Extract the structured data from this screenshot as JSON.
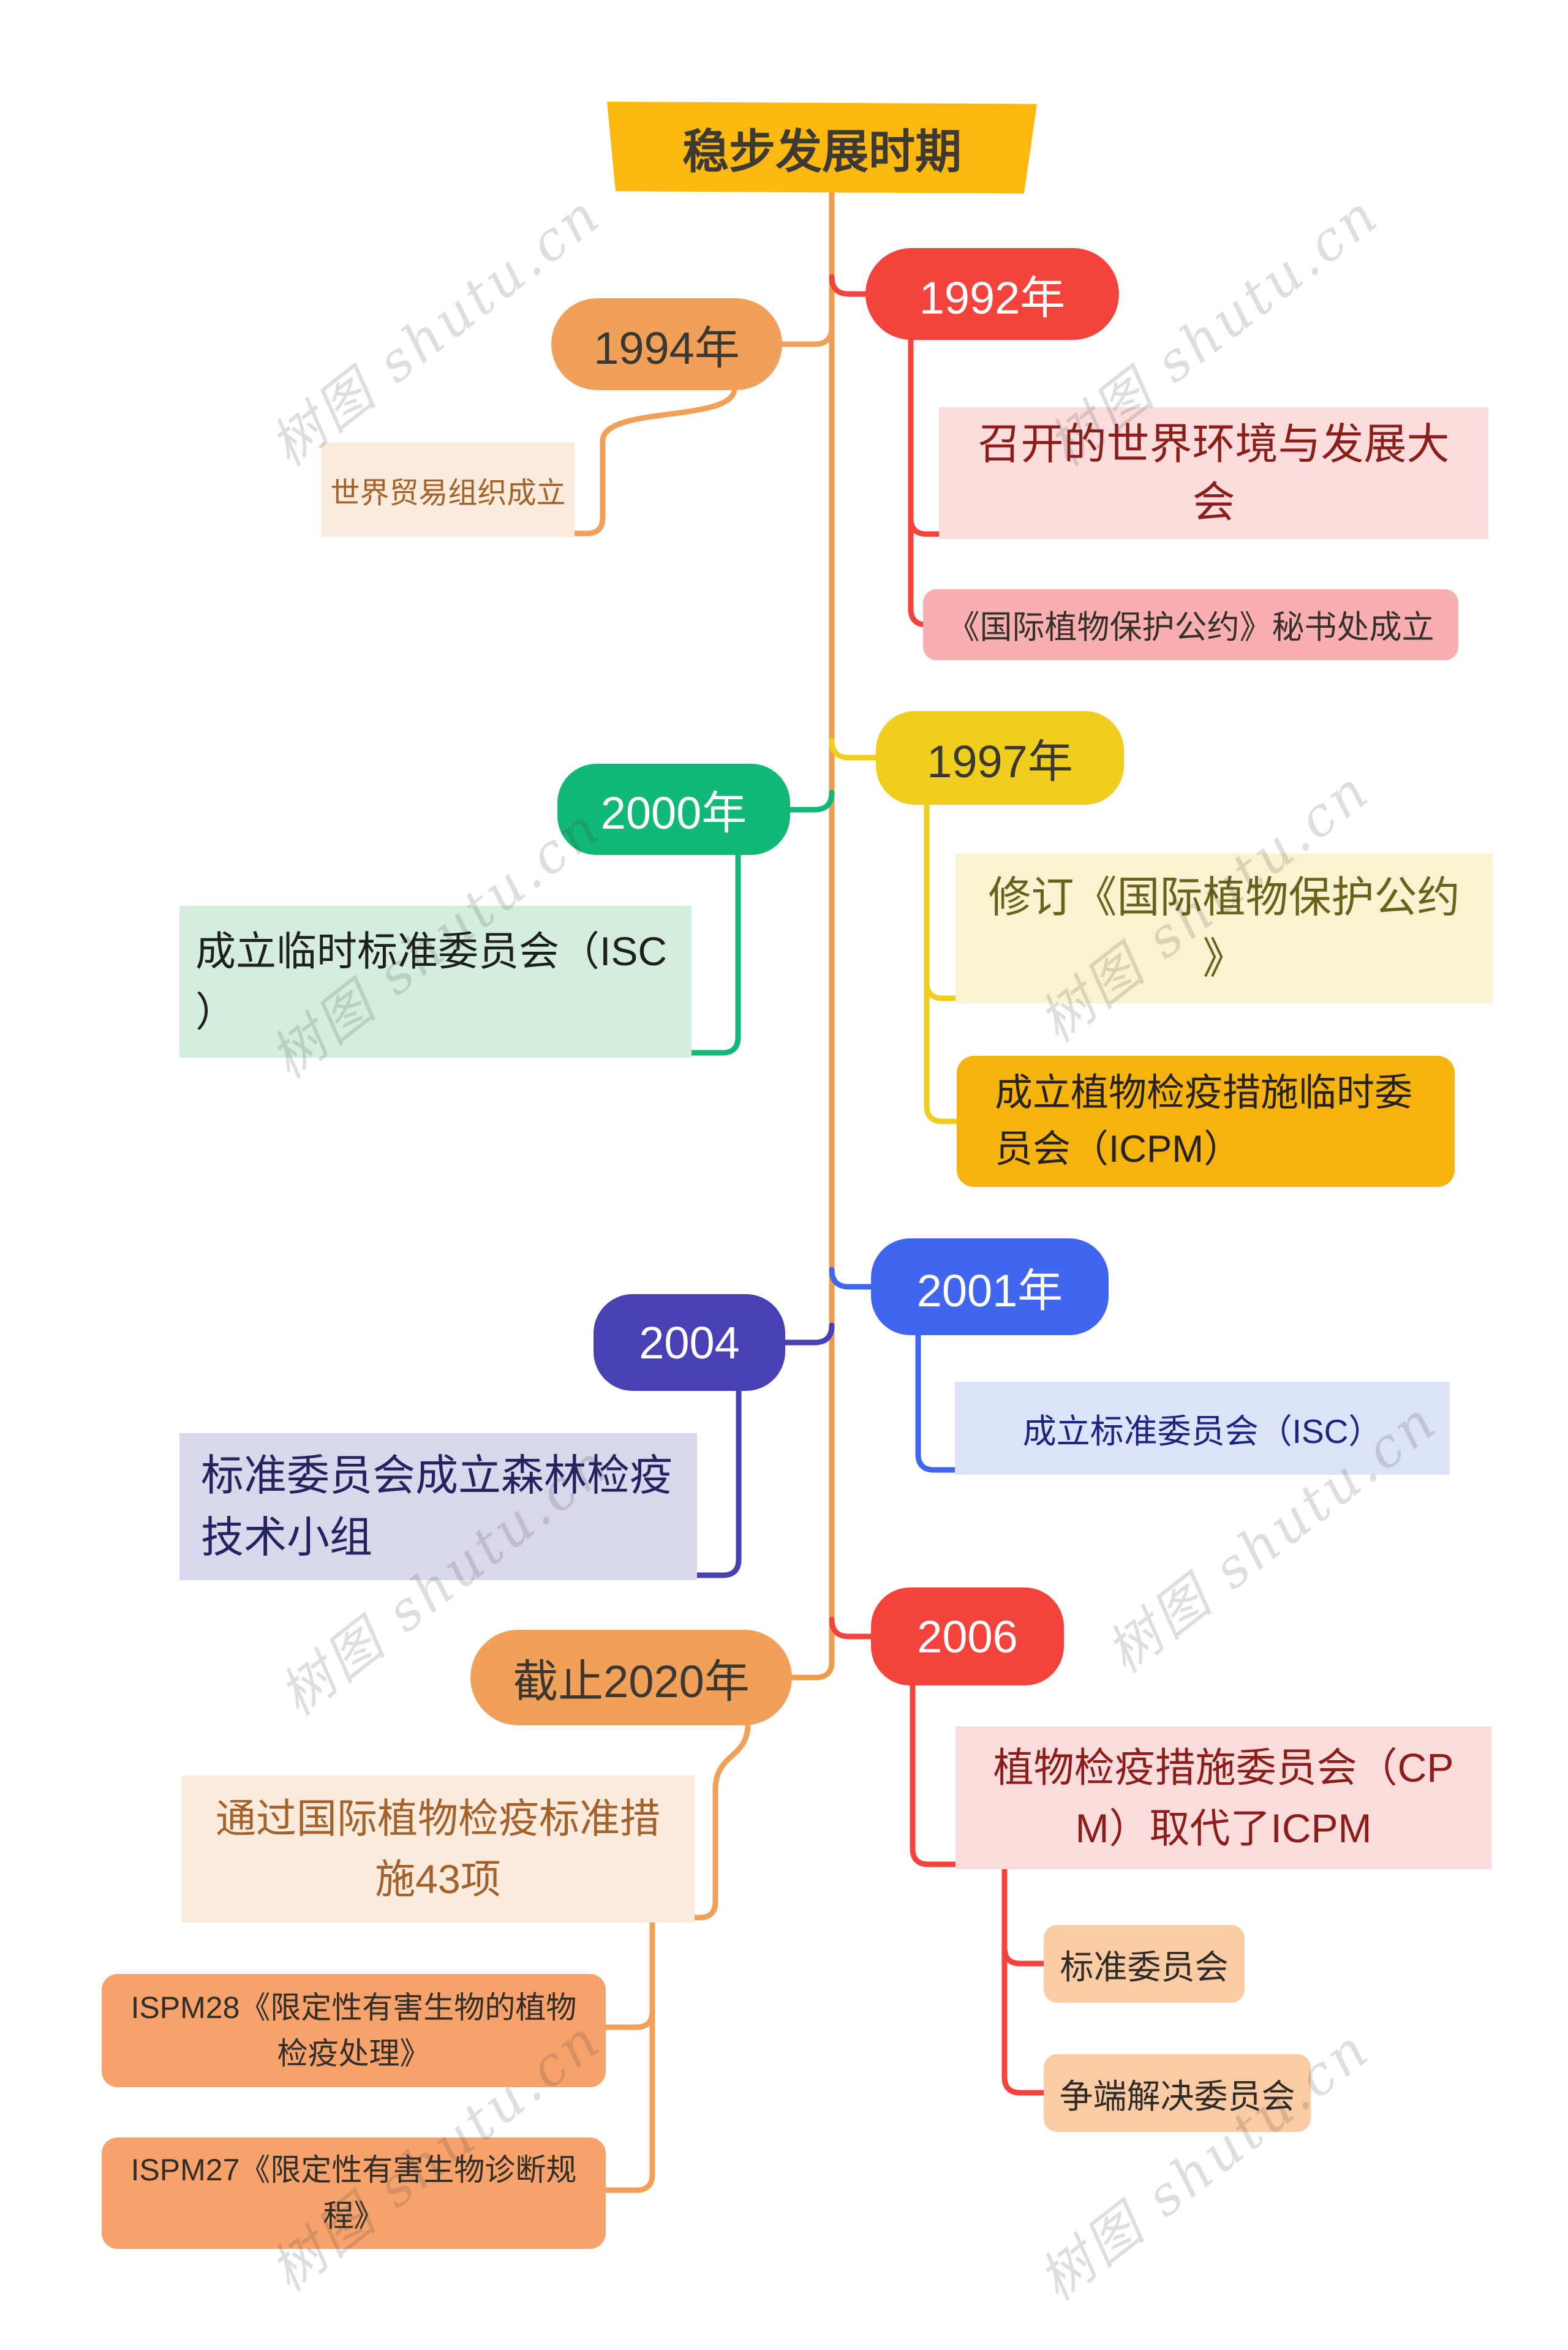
{
  "banner": {
    "label": "稳步发展时期",
    "bg": "#FBB90F",
    "text_color": "#3C3A33"
  },
  "watermark": {
    "text": "树图 shutu.cn"
  },
  "colors": {
    "trunk": "#EE9C4E",
    "red": "#F4433C",
    "orange": "#F0A058",
    "yellow": "#F0CE1E",
    "green": "#12B877",
    "blue": "#4065EF",
    "indigo": "#4940B5",
    "gold_box": "#F7B30D",
    "pink_box": "#FADCDC",
    "salmon_box": "#F9AFAF",
    "cream_box": "#FAEBDC",
    "lightyellow_box": "#FAF3D1",
    "mint_box": "#D3EEDF",
    "periwinkle_box": "#DCE2F7",
    "lavender_box": "#D9D7EC",
    "peach_box": "#FBCBA4",
    "ispm_box": "#F7A26B"
  },
  "branches": [
    {
      "node": {
        "label": "1992年",
        "bg": "#F4433C",
        "text_color": "#FFFFFF"
      },
      "children": [
        {
          "label": "召开的世界环境与发展大会",
          "display": "召开的世界环境与发展大\n会",
          "bg": "#FADCDC",
          "text_color": "#8C1D18"
        },
        {
          "label": "《国际植物保护公约》秘书处成立",
          "display": "《国际植物保护公约》秘书处成立",
          "bg": "#F9AFAF",
          "text_color": "#35302B"
        }
      ]
    },
    {
      "node": {
        "label": "1994年",
        "bg": "#F0A058",
        "text_color": "#3B3831"
      },
      "children": [
        {
          "label": "世界贸易组织成立",
          "display": "世界贸易组织成立",
          "bg": "#FAEBDC",
          "text_color": "#A4622A"
        }
      ]
    },
    {
      "node": {
        "label": "1997年",
        "bg": "#F0CE1E",
        "text_color": "#3B3831"
      },
      "children": [
        {
          "label": "修订《国际植物保护公约》",
          "display": "修订《国际植物保护公约\n》",
          "bg": "#FAF3D1",
          "text_color": "#6A621B"
        },
        {
          "label": "成立植物检疫措施临时委员会（ICPM）",
          "display": "成立植物检疫措施临时委\n员会（ICPM）",
          "bg": "#F7B30D",
          "text_color": "#26231E"
        }
      ]
    },
    {
      "node": {
        "label": "2000年",
        "bg": "#12B877",
        "text_color": "#FFFFFF"
      },
      "children": [
        {
          "label": "成立临时标准委员会（ISC）",
          "display": "成立临时标准委员会（ISC\n）",
          "bg": "#D3EEDF",
          "text_color": "#1F1F1D"
        }
      ]
    },
    {
      "node": {
        "label": "2001年",
        "bg": "#4065EF",
        "text_color": "#FFFFFF"
      },
      "children": [
        {
          "label": "成立标准委员会（ISC）",
          "display": "成立标准委员会（ISC）",
          "bg": "#DCE2F7",
          "text_color": "#1B2580"
        }
      ]
    },
    {
      "node": {
        "label": "2004",
        "bg": "#4940B5",
        "text_color": "#FFFFFF"
      },
      "children": [
        {
          "label": "标准委员会成立森林检疫技术小组",
          "display": "标准委员会成立森林检疫\n技术小组",
          "bg": "#D9D7EC",
          "text_color": "#232360"
        }
      ]
    },
    {
      "node": {
        "label": "2006",
        "bg": "#F4433C",
        "text_color": "#FFFFFF"
      },
      "children": [
        {
          "label": "植物检疫措施委员会（CPM）取代了ICPM",
          "display": "植物检疫措施委员会（CP\nM）取代了ICPM",
          "bg": "#FADCDC",
          "text_color": "#8C1D18",
          "children": [
            {
              "label": "标准委员会",
              "display": "标准委员会",
              "bg": "#FBCBA4",
              "text_color": "#2E2B28"
            },
            {
              "label": "争端解决委员会",
              "display": "争端解决委员会",
              "bg": "#FBCBA4",
              "text_color": "#2E2B28"
            }
          ]
        }
      ]
    },
    {
      "node": {
        "label": "截止2020年",
        "bg": "#F0A058",
        "text_color": "#3B3831"
      },
      "children": [
        {
          "label": "通过国际植物检疫标准措施43项",
          "display": "通过国际植物检疫标准措\n施43项",
          "bg": "#FAEBDC",
          "text_color": "#A4622A",
          "children": [
            {
              "label": "ISPM28《限定性有害生物的植物检疫处理》",
              "display": "ISPM28《限定性有害生物的植物\n检疫处理》",
              "bg": "#F7A26B",
              "text_color": "#312D29"
            },
            {
              "label": "ISPM27《限定性有害生物诊断规程》",
              "display": "ISPM27《限定性有害生物诊断规\n程》",
              "bg": "#F7A26B",
              "text_color": "#312D29"
            }
          ]
        }
      ]
    }
  ]
}
